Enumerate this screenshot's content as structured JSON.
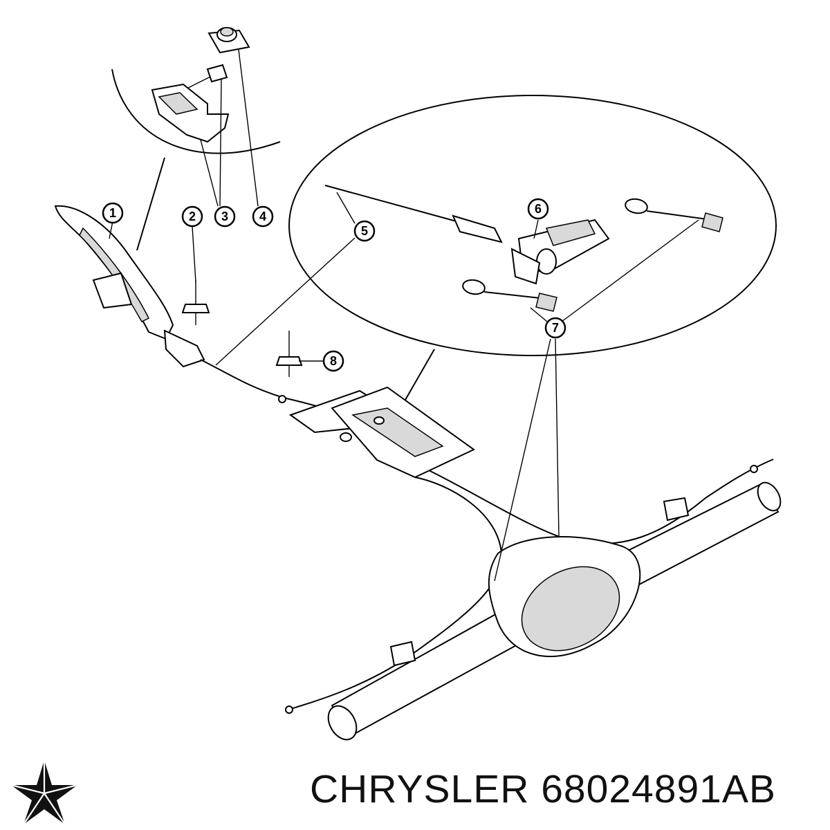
{
  "diagram": {
    "callouts": [
      {
        "id": "c1",
        "label": "1"
      },
      {
        "id": "c2",
        "label": "2"
      },
      {
        "id": "c3",
        "label": "3"
      },
      {
        "id": "c4",
        "label": "4"
      },
      {
        "id": "c5",
        "label": "5"
      },
      {
        "id": "c6",
        "label": "6"
      },
      {
        "id": "c7",
        "label": "7"
      },
      {
        "id": "c8",
        "label": "8"
      }
    ]
  },
  "footer": {
    "brand": "CHRYSLER",
    "part_number": "68024891AB",
    "logo_icon": "chrysler-pentastar-icon",
    "brand_color": "#111111"
  }
}
